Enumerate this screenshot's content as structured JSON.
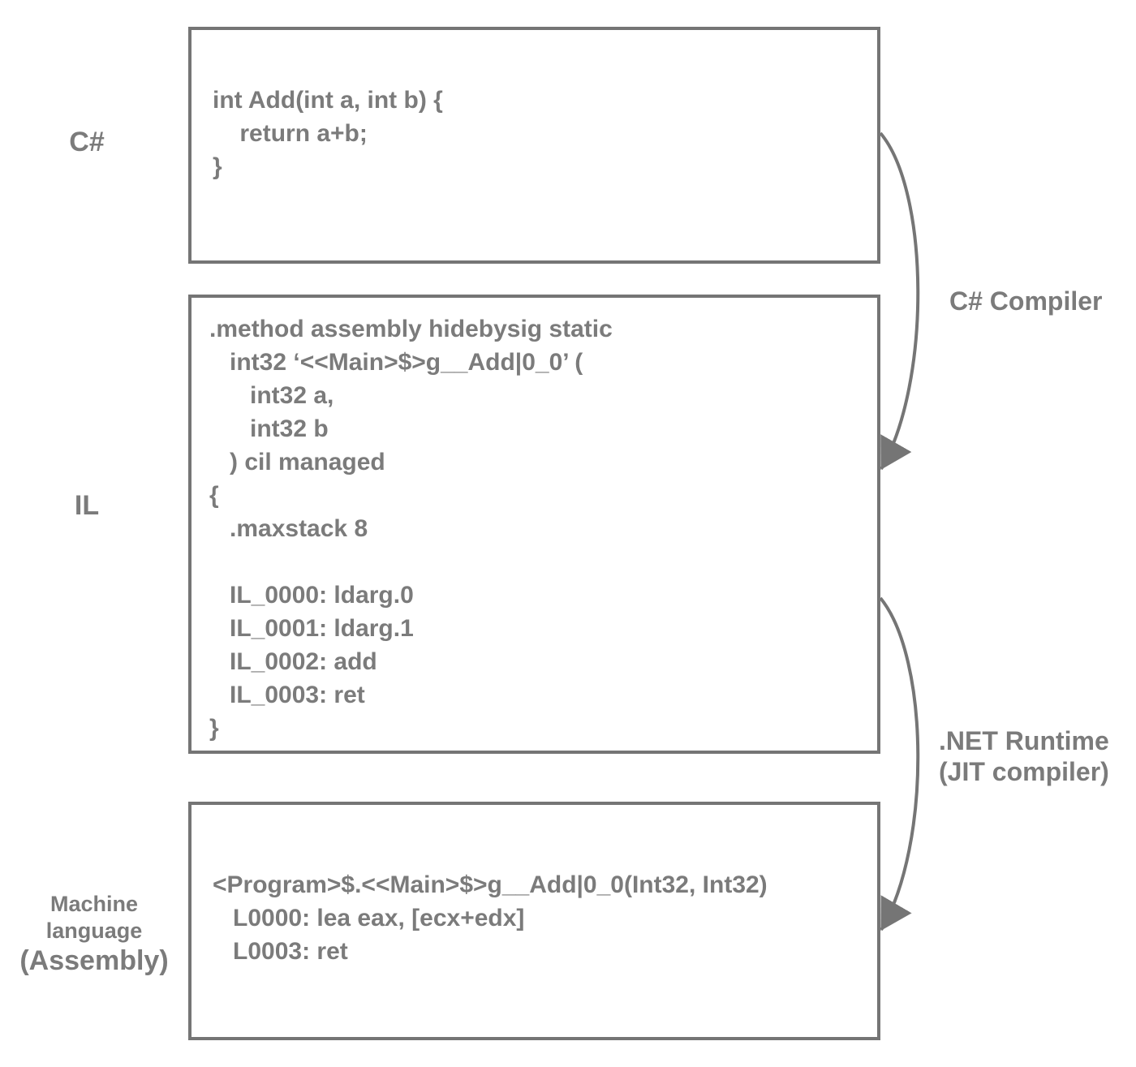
{
  "colors": {
    "line": "#757575",
    "text": "#7b7b7b",
    "background": "#ffffff"
  },
  "stages": {
    "csharp": {
      "label": "C#",
      "code": "int Add(int a, int b) {\n    return a+b;\n}"
    },
    "il": {
      "label": "IL",
      "code": ".method assembly hidebysig static\n   int32 ‘<<Main>$>g__Add|0_0’ (\n      int32 a,\n      int32 b\n   ) cil managed\n{\n   .maxstack 8\n\n   IL_0000: ldarg.0\n   IL_0001: ldarg.1\n   IL_0002: add\n   IL_0003: ret\n}"
    },
    "machine": {
      "label_line1": "Machine language",
      "label_line2": "(Assembly)",
      "code": "<Program>$.<<Main>$>g__Add|0_0(Int32, Int32)\n   L0000: lea eax, [ecx+edx]\n   L0003: ret"
    }
  },
  "arrows": {
    "compile": {
      "label": "C# Compiler"
    },
    "jit": {
      "label_line1": ".NET Runtime",
      "label_line2": "(JIT compiler)"
    }
  }
}
